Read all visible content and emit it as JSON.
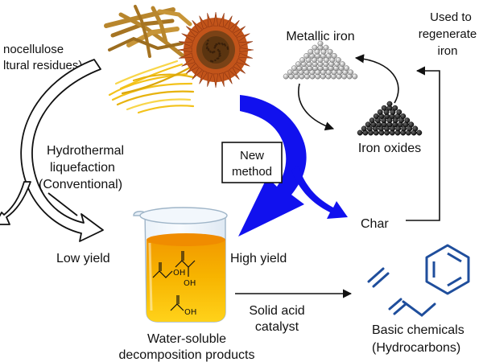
{
  "labels": {
    "lignocellulose_line1": "nocellulose",
    "lignocellulose_line2": "ltural residues)",
    "metallic_iron": "Metallic iron",
    "used_to_line1": "Used to",
    "used_to_line2": "regenerate",
    "used_to_line3": "iron",
    "iron_oxides": "Iron oxides",
    "htl_line1": "Hydrothermal",
    "htl_line2": "liquefaction",
    "htl_line3": "(Conventional)",
    "new_method_line1": "New",
    "new_method_line2": "method",
    "char": "Char",
    "low_yield": "Low yield",
    "high_yield": "High yield",
    "solid_acid_line1": "Solid acid",
    "solid_acid_line2": "catalyst",
    "water_soluble_line1": "Water-soluble",
    "water_soluble_line2": "decomposition products",
    "basic_chemicals_line1": "Basic chemicals",
    "basic_chemicals_line2": "(Hydrocarbons)",
    "chem_oh_left": "OH",
    "chem_oh_right": "OH",
    "chem_oh_acid": "OH"
  },
  "colors": {
    "blue_arrow": "#1111ee",
    "liquid_orange": "#f29a00",
    "liquid_yellow": "#ffcf10",
    "hydrocarbon_blue": "#1f4e9c",
    "straw_brown": "#b8862d",
    "straw_yellow": "#f3c21a",
    "sunflower_petal": "#c2541a",
    "sunflower_center": "#5a3410",
    "iron_grey": "#b5b5b5",
    "iron_oxide_black": "#1c1c1c"
  },
  "icons": {
    "straw_brown": "brown-straw-icon",
    "straw_yellow": "yellow-straw-icon",
    "sunflower": "sunflower-icon",
    "metallic_iron": "metallic-iron-pile-icon",
    "iron_oxides": "iron-oxide-pile-icon",
    "beaker": "beaker-icon",
    "ethylene": "ethylene-icon",
    "propylene": "propylene-icon",
    "benzene": "benzene-icon"
  }
}
